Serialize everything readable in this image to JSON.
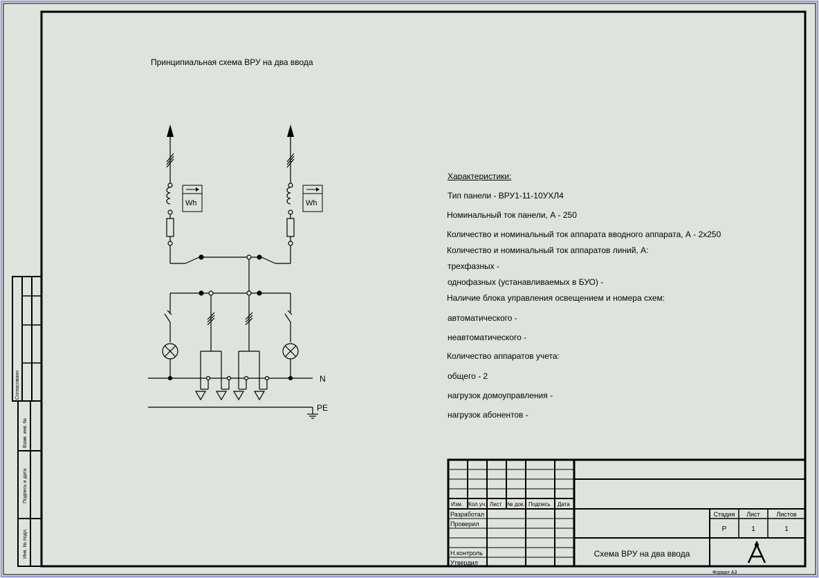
{
  "title": "Принципиальная схема ВРУ на два ввода",
  "characteristics": {
    "heading": "Характеристики:",
    "lines": [
      "Тип панели - ВРУ1-11-10УХЛ4",
      "Номинальный ток панели, А - 250",
      "Количество и номинальный ток аппарата вводного аппарата, А - 2х250",
      "Количество и номинальный ток аппаратов линий, А:",
      "трехфазных -",
      "однофазных (устанавливаемых в БУО) -",
      "Наличие блока управления освещением и номера схем:",
      "автоматического -",
      "неавтоматического -",
      "Количество аппаратов учета:",
      "общего - 2",
      "нагрузок домоуправления -",
      "нагрузок абонентов -"
    ]
  },
  "schematic": {
    "meter_label": "Wh",
    "bus_n_label": "N",
    "bus_pe_label": "PE"
  },
  "side_stamp": {
    "approved": "Согласовано",
    "ref_inv": "Взам. инв. №",
    "sign_date": "Подпись и дата",
    "inv_orig": "Инв. № подл."
  },
  "title_block": {
    "col_headers": [
      "Изм.",
      "Кол.уч.",
      "Лист",
      "№ док.",
      "Подпись",
      "Дата"
    ],
    "roles": [
      "Разработал",
      "Проверил",
      "Н.контроль",
      "Утвердил"
    ],
    "stage_label": "Стадия",
    "sheet_label": "Лист",
    "sheets_label": "Листов",
    "stage_value": "Р",
    "sheet_value": "1",
    "sheets_value": "1",
    "document_name": "Схема ВРУ на два ввода",
    "format": "Формат А3"
  }
}
